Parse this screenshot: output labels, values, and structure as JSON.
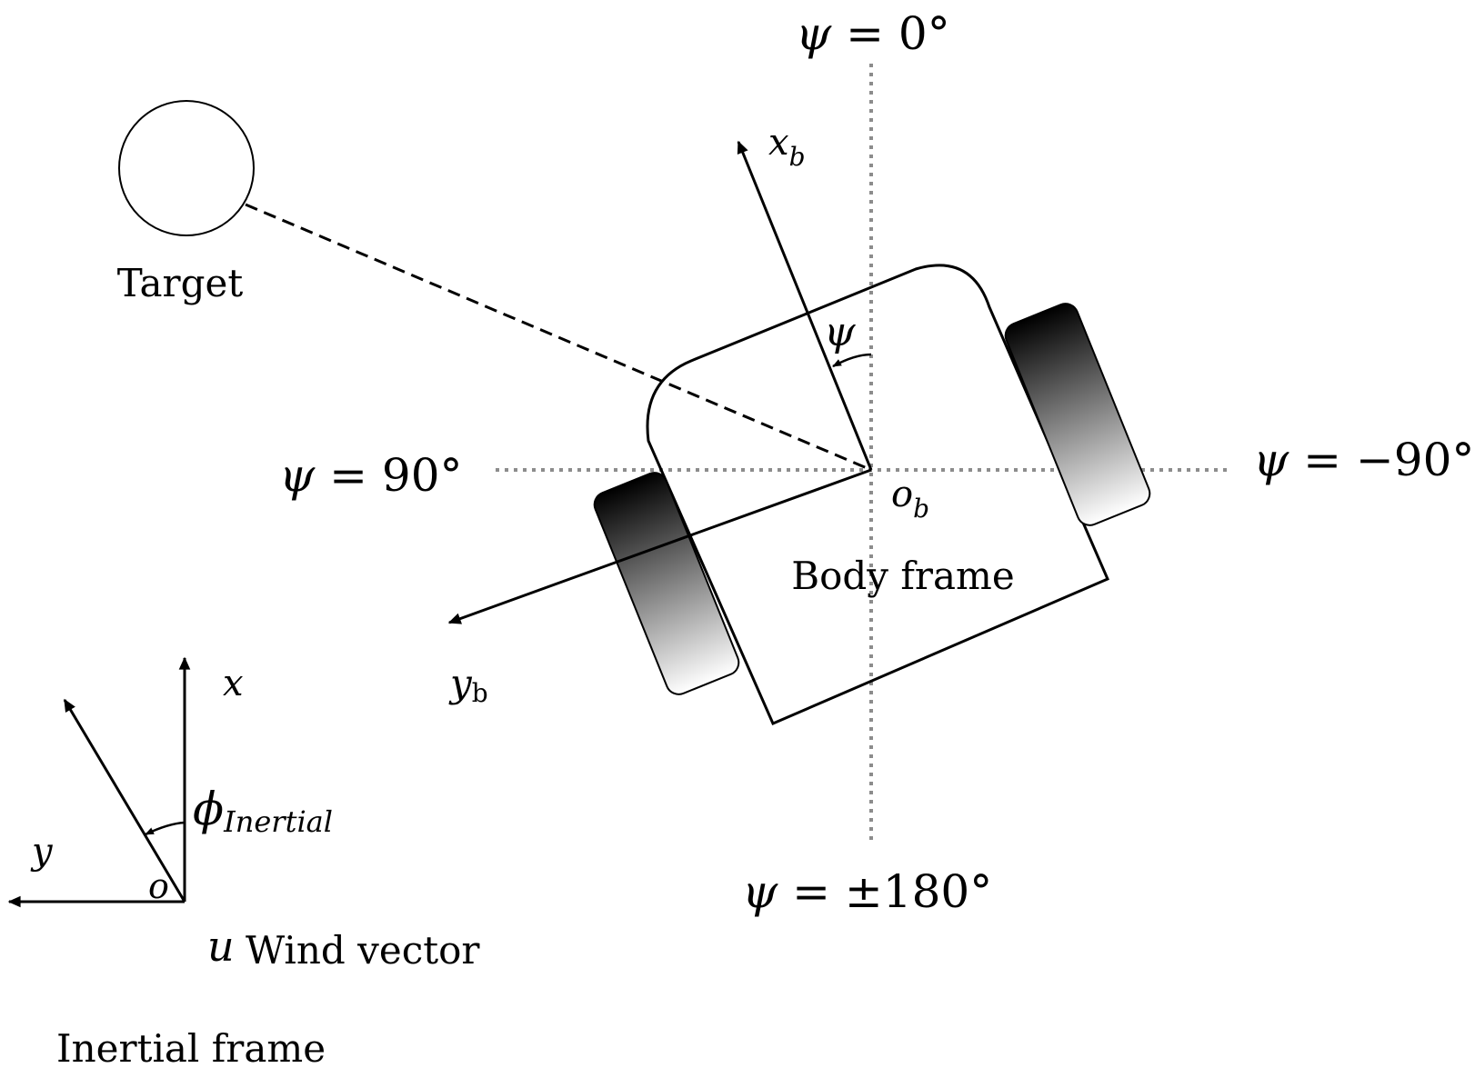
{
  "colors": {
    "ink": "#000000",
    "guide_dotted": "#8c8c8c",
    "wheel_dark": "#000000",
    "wheel_light": "#ffffff"
  },
  "target": {
    "label": "Target"
  },
  "heading_markers": {
    "north": {
      "sym": "ψ",
      "rest": " = 0°"
    },
    "west": {
      "sym": "ψ",
      "rest": " = 90°"
    },
    "east": {
      "sym": "ψ",
      "rest": " = −90°"
    },
    "south": {
      "sym": "ψ",
      "rest": " = ±180°"
    }
  },
  "body_frame": {
    "label": "Body frame",
    "x_axis": {
      "base": "x",
      "sub": "b"
    },
    "y_axis": {
      "base": "y",
      "sub": "b"
    },
    "origin": {
      "base": "o",
      "sub": "b"
    },
    "angle": "ψ"
  },
  "inertial_frame": {
    "label": "Inertial frame",
    "x_axis": "x",
    "y_axis": "y",
    "origin": "o",
    "angle": {
      "base": "ϕ",
      "sub": "Inertial"
    }
  },
  "wind": {
    "symbol": "u",
    "label": "Wind vector"
  }
}
